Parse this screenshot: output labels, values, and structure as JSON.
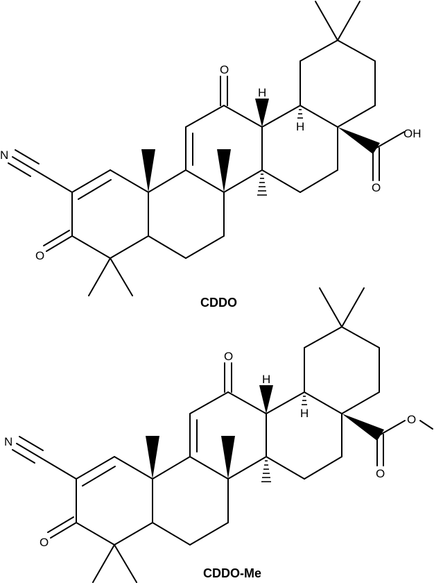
{
  "figure": {
    "molecules": [
      {
        "name": "CDDO",
        "label": "CDDO",
        "atoms": {
          "nitrile_N": "N",
          "ketone_O3": "O",
          "ketone_O12": "O",
          "H13": "H",
          "H18": "H",
          "acid_OH": "OH",
          "acid_O": "O"
        }
      },
      {
        "name": "CDDO-Me",
        "label": "CDDO-Me",
        "atoms": {
          "nitrile_N": "N",
          "ketone_O3": "O",
          "ketone_O12": "O",
          "H13": "H",
          "H18": "H",
          "ester_O": "O",
          "ester_carbonyl_O": "O"
        }
      }
    ]
  }
}
